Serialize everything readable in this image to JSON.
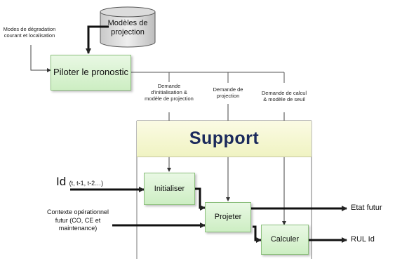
{
  "database": {
    "label": "Modèles de projection"
  },
  "inputs": {
    "modes_degradation": "Modes de dégradation courant et localisation",
    "id_main": "Id",
    "id_sub": "(t, t-1, t-2…)",
    "contexte": "Contexte opérationnel futur (CO, CE et maintenance)"
  },
  "boxes": {
    "piloter": "Piloter le pronostic",
    "support": "Support",
    "initialiser": "Initialiser",
    "projeter": "Projeter",
    "calculer": "Calculer"
  },
  "requests": {
    "init": "Demande d’initialisation & modèle de projection",
    "projection": "Demande de projection",
    "calcul": "Demande de calcul & modèle de seuil"
  },
  "outputs": {
    "etat_futur": "Etat futur",
    "rul": "RUL Id"
  }
}
